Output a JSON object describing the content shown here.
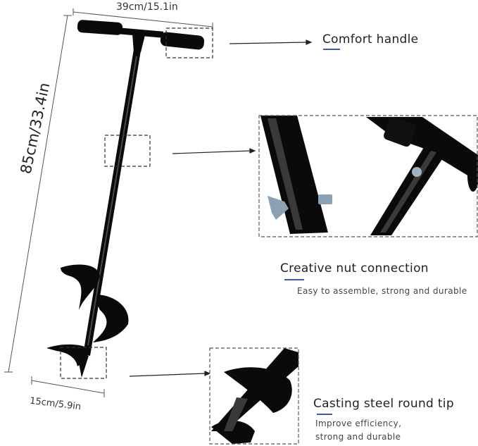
{
  "dimensions": {
    "handle_width": "39cm/15.1in",
    "total_height": "85cm/33.4in",
    "auger_width": "15cm/5.9in"
  },
  "features": [
    {
      "title": "Comfort handle",
      "subtitle": ""
    },
    {
      "title": "Creative nut connection",
      "subtitle": "Easy to assemble, strong and durable"
    },
    {
      "title": "Casting steel round tip",
      "subtitle": "Improve efficiency,\nstrong and durable"
    }
  ],
  "colors": {
    "product": "#0a0a0a",
    "accent": "#3d5aa8",
    "detail_frame": "#555555",
    "nut": "#8aa0b4"
  },
  "icons": [
    "arrow-right-icon",
    "dashed-frame-icon"
  ]
}
